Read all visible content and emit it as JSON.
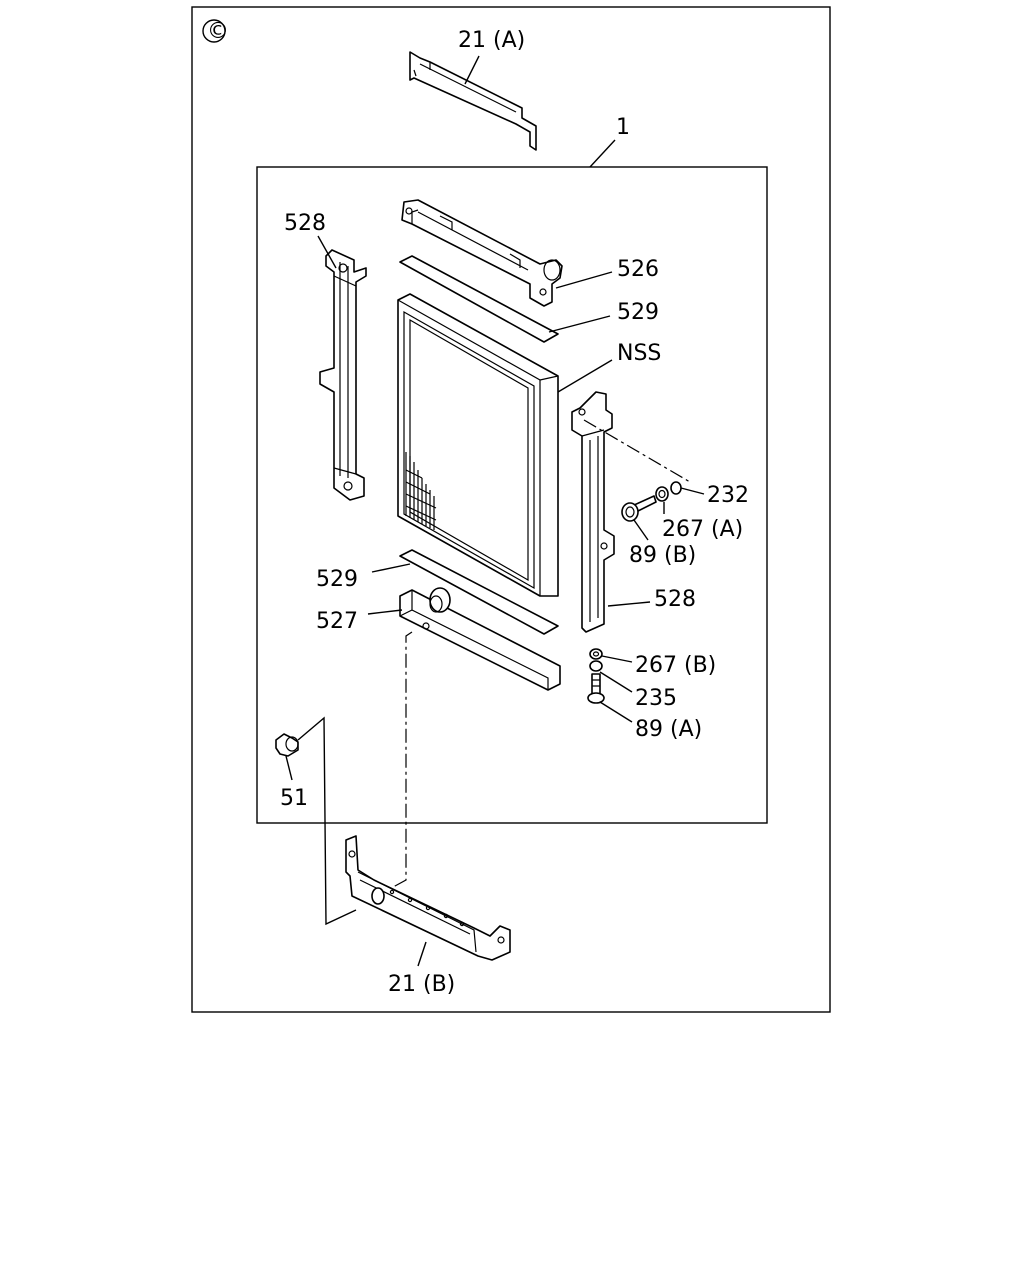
{
  "diagram": {
    "copyright_symbol": "©",
    "labels": {
      "p21a": "21 (A)",
      "p1": "1",
      "p528_left": "528",
      "p526": "526",
      "p529_top": "529",
      "nss": "NSS",
      "p232": "232",
      "p267a": "267 (A)",
      "p89b": "89 (B)",
      "p529_bottom": "529",
      "p528_right": "528",
      "p527": "527",
      "p267b": "267 (B)",
      "p235": "235",
      "p89a": "89 (A)",
      "p51": "51",
      "p21b": "21 (B)"
    }
  }
}
